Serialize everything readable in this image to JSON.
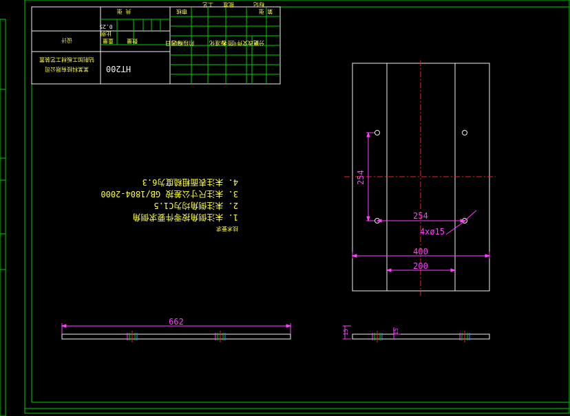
{
  "drawing": {
    "material": "HT200",
    "company": "某某科技有限公司",
    "drawing_name": "钻削加工板材工艺装置",
    "surface_note": "0.25",
    "title_block": {
      "design": "设计",
      "check": "审核",
      "process": "工艺",
      "approve": "批准",
      "scale": "比例",
      "weight": "重量",
      "quantity": "数量",
      "sheet": "共 张",
      "stage": "阶段标记",
      "marks": "标记",
      "zones": "分区",
      "change_doc": "更改文件号",
      "signature": "签名",
      "date": "年月日",
      "std": "标准化",
      "sheet_no": "第 张"
    },
    "tech_requirements": {
      "heading": "技术要求",
      "items": [
        "1. 未注倒角按零件要求倒角",
        "2. 未注倒角均为C1.5",
        "3. 未注尺寸公差按 GB/1804-2000",
        "4. 未注表面粗糙度为6.3"
      ]
    },
    "dimensions": {
      "hole_spacing_vertical": "254",
      "hole_spacing_horizontal": "254",
      "hole_callout": "4xø15",
      "overall_width": "400",
      "inner_width": "200",
      "side_length": "662",
      "thickness": "15",
      "side_thickness": "15"
    },
    "colors": {
      "frame": "#00d000",
      "outline": "#f2f2f2",
      "dimension": "#ff40ff",
      "center_line": "#ff2020",
      "text": "#ffff40"
    }
  }
}
